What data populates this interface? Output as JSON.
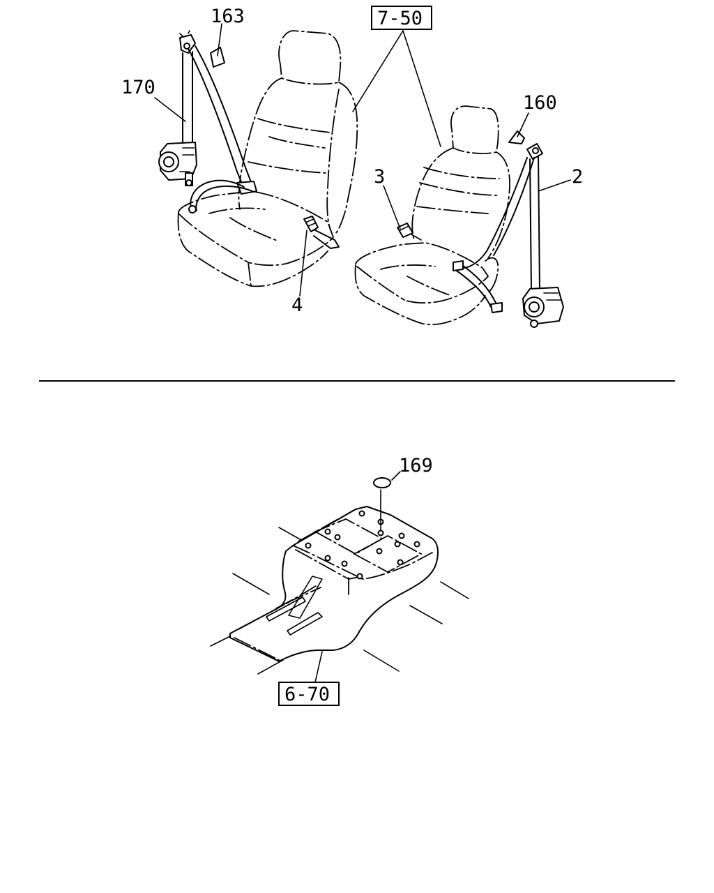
{
  "callouts": {
    "c163": "163",
    "c170": "170",
    "c750": "7-50",
    "c160": "160",
    "c3": "3",
    "c2": "2",
    "c4": "4",
    "c169": "169",
    "c670": "6-70"
  },
  "colors": {
    "ink": "#000000",
    "paper": "#ffffff"
  }
}
